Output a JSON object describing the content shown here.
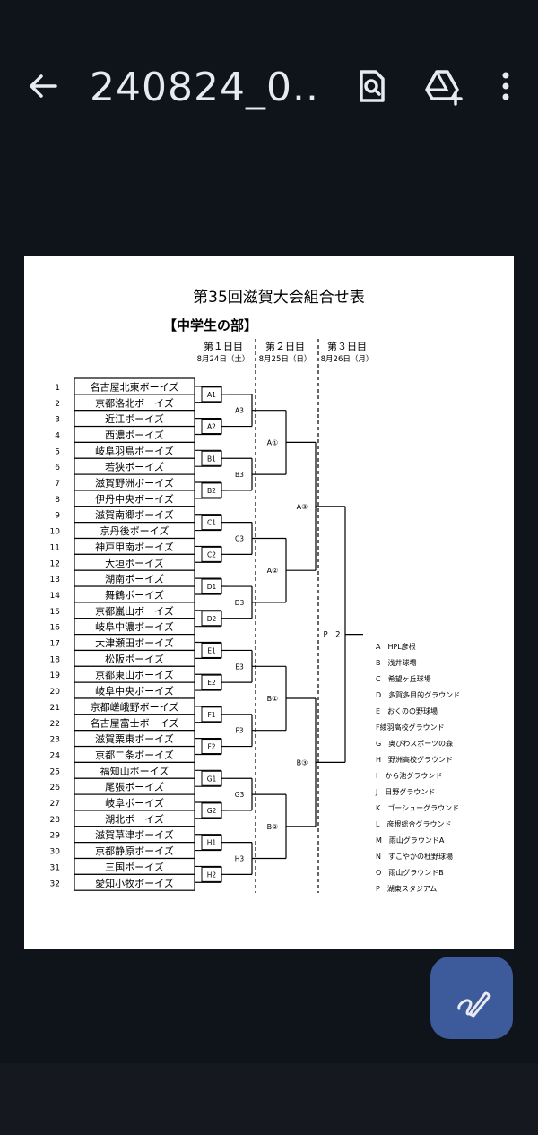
{
  "app": {
    "title": "240824_0...",
    "colors": {
      "background": "#0f131a",
      "fab": "#3d5a9a",
      "text": "#e7eaf0"
    },
    "toolbar_icons": [
      "back-arrow-icon",
      "search-doc-icon",
      "drive-add-icon",
      "more-vert-icon"
    ],
    "fab_icon": "pen-edit-icon"
  },
  "doc": {
    "title": "第35回滋賀大会組合せ表",
    "section": "【中学生の部】",
    "days": [
      {
        "label": "第１日目",
        "date": "8月24日（土）"
      },
      {
        "label": "第２日目",
        "date": "8月25日（日）"
      },
      {
        "label": "第３日目",
        "date": "8月26日（月）"
      }
    ],
    "teams": [
      "名古屋北東ボーイズ",
      "京都洛北ボーイズ",
      "近江ボーイズ",
      "西濃ボーイズ",
      "岐阜羽島ボーイズ",
      "若狭ボーイズ",
      "滋賀野洲ボーイズ",
      "伊丹中央ボーイズ",
      "滋賀南郷ボーイズ",
      "京丹後ボーイズ",
      "神戸甲南ボーイズ",
      "大垣ボーイズ",
      "湖南ボーイズ",
      "舞鶴ボーイズ",
      "京都嵐山ボーイズ",
      "岐阜中濃ボーイズ",
      "大津瀬田ボーイズ",
      "松阪ボーイズ",
      "京都東山ボーイズ",
      "岐阜中央ボーイズ",
      "京都嵯峨野ボーイズ",
      "名古屋富士ボーイズ",
      "滋賀栗東ボーイズ",
      "京都二条ボーイズ",
      "福知山ボーイズ",
      "尾張ボーイズ",
      "岐阜ボーイズ",
      "湖北ボーイズ",
      "滋賀草津ボーイズ",
      "京都静原ボーイズ",
      "三国ボーイズ",
      "愛知小牧ボーイズ"
    ],
    "r1_labels": [
      "A1",
      "A2",
      "B1",
      "B2",
      "C1",
      "C2",
      "D1",
      "D2",
      "E1",
      "E2",
      "F1",
      "F2",
      "G1",
      "G2",
      "H1",
      "H2"
    ],
    "r2_labels": [
      "A3",
      "B3",
      "C3",
      "D3",
      "E3",
      "F3",
      "G3",
      "H3"
    ],
    "r3_labels": [
      "A①",
      "A②",
      "B①",
      "B②"
    ],
    "r4_labels": [
      "A③",
      "B③"
    ],
    "final_label": "P　2",
    "venues": [
      "A　HPL彦根",
      "B　浅井球場",
      "C　希望ヶ丘球場",
      "D　多賀多目的グラウンド",
      "E　おくのの野球場",
      "F綾羽高校グラウンド",
      "G　奥びわスポーツの森",
      "H　野洲高校グラウンド",
      "I　から池グラウンド",
      "J　日野グラウンド",
      "K　ゴーシューグラウンド",
      "L　彦根総合グラウンド",
      "M　雨山グラウンドA",
      "N　すこやかの杜野球場",
      "O　雨山グラウンドB",
      "P　湖東スタジアム"
    ]
  }
}
